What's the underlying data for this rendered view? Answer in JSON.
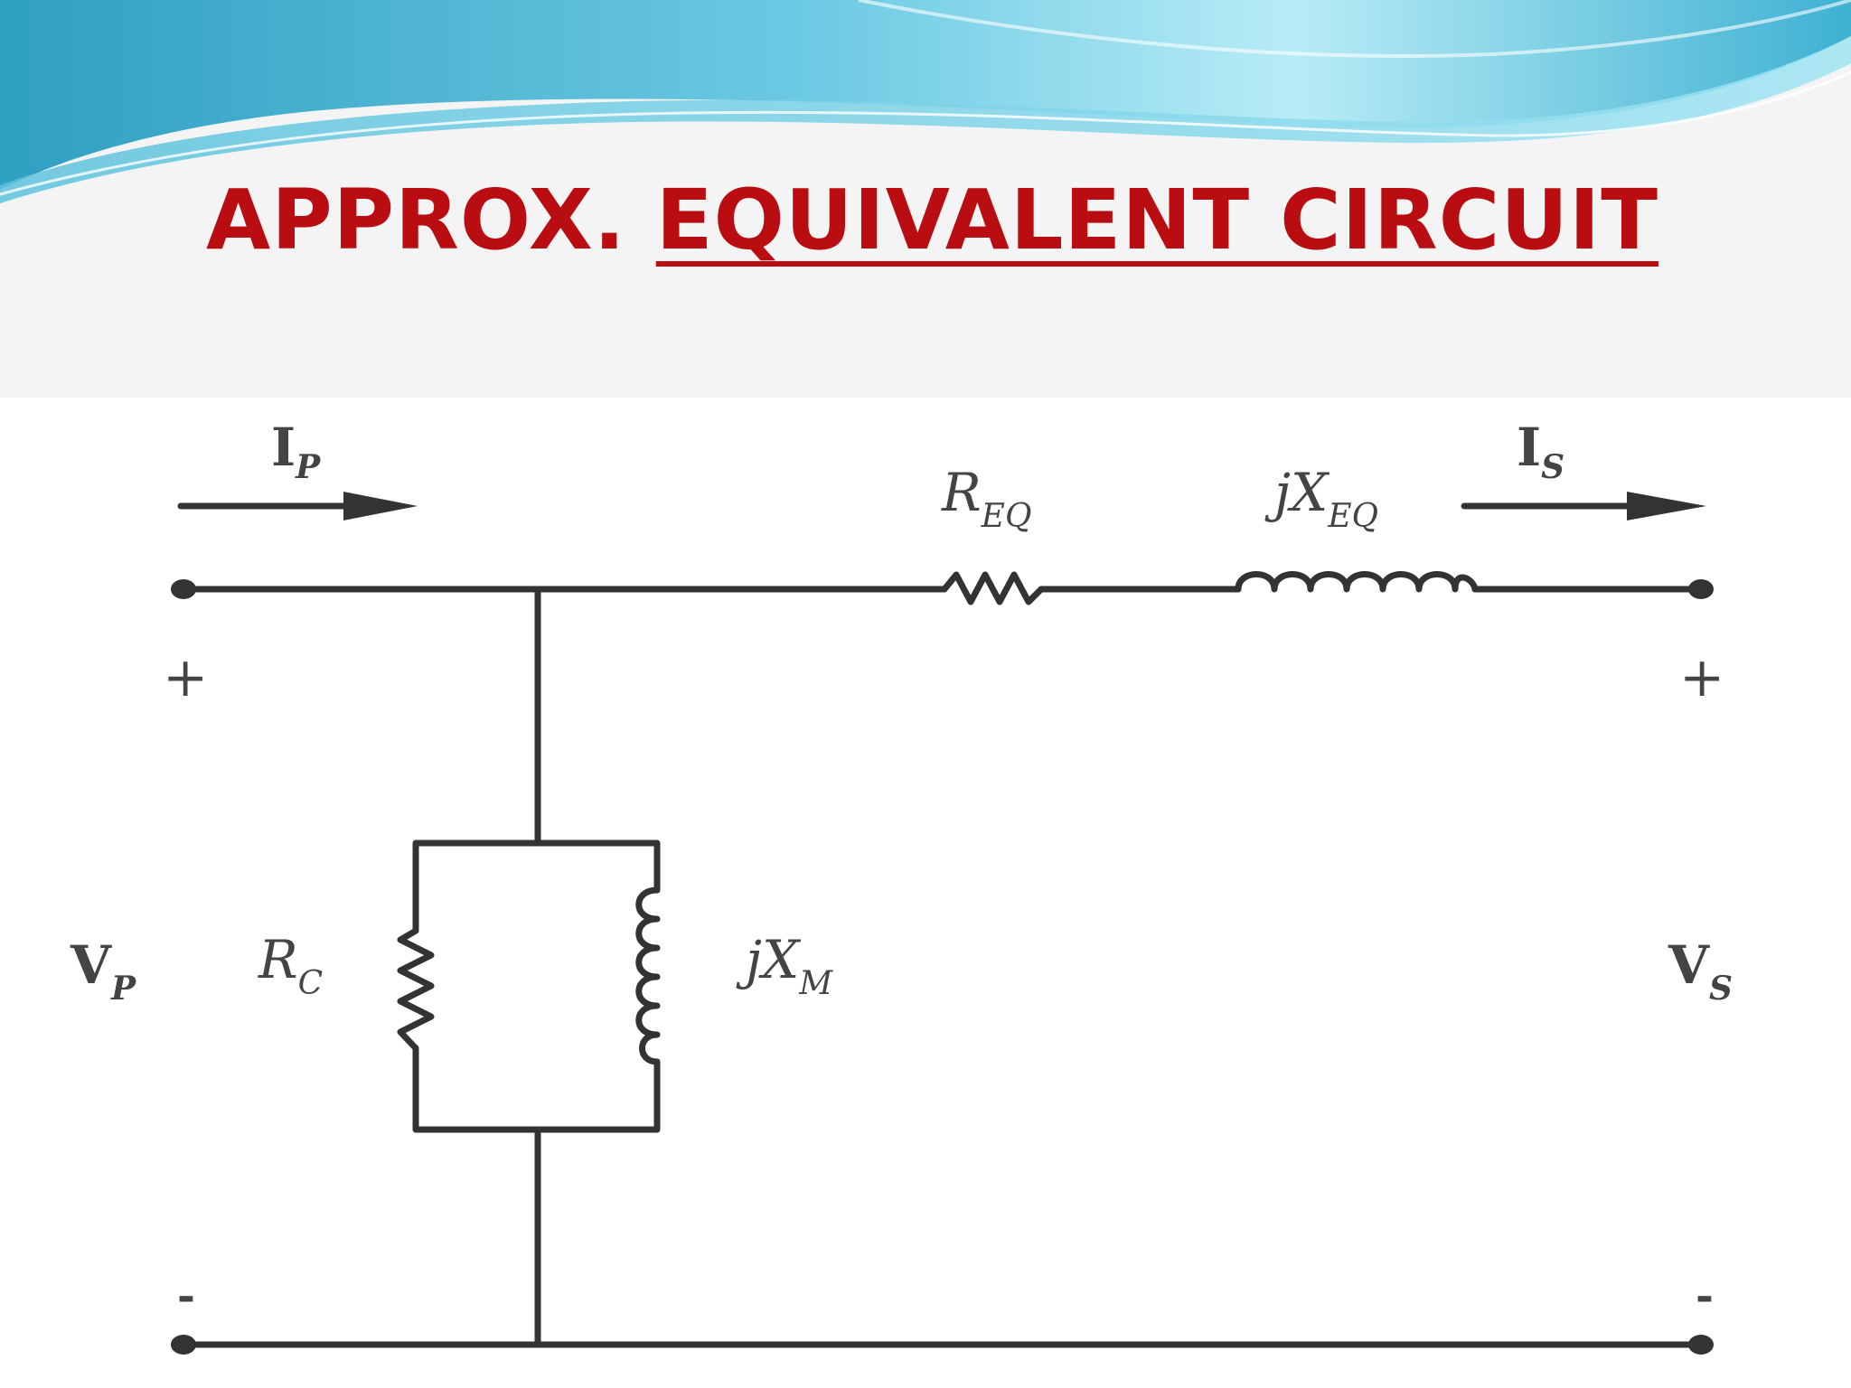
{
  "slide": {
    "title_prefix": "APPROX.",
    "title_underlined": "EQUIVALENT CIRCUIT",
    "title_color": "#b90d12",
    "accent_colors": [
      "#7fd6ea",
      "#3aa9c7"
    ]
  },
  "circuit": {
    "current_primary": {
      "symbol": "I",
      "subscript": "P"
    },
    "current_secondary": {
      "symbol": "I",
      "subscript": "S"
    },
    "series_resistance": {
      "symbol": "R",
      "subscript": "EQ"
    },
    "series_reactance": {
      "symbol": "jX",
      "subscript": "EQ"
    },
    "core_resistance": {
      "symbol": "R",
      "subscript": "C"
    },
    "magnetizing_reactance": {
      "symbol": "jX",
      "subscript": "M"
    },
    "voltage_primary": {
      "symbol": "V",
      "subscript": "P"
    },
    "voltage_secondary": {
      "symbol": "V",
      "subscript": "S"
    },
    "plus_sign": "+",
    "minus_sign": "-"
  }
}
